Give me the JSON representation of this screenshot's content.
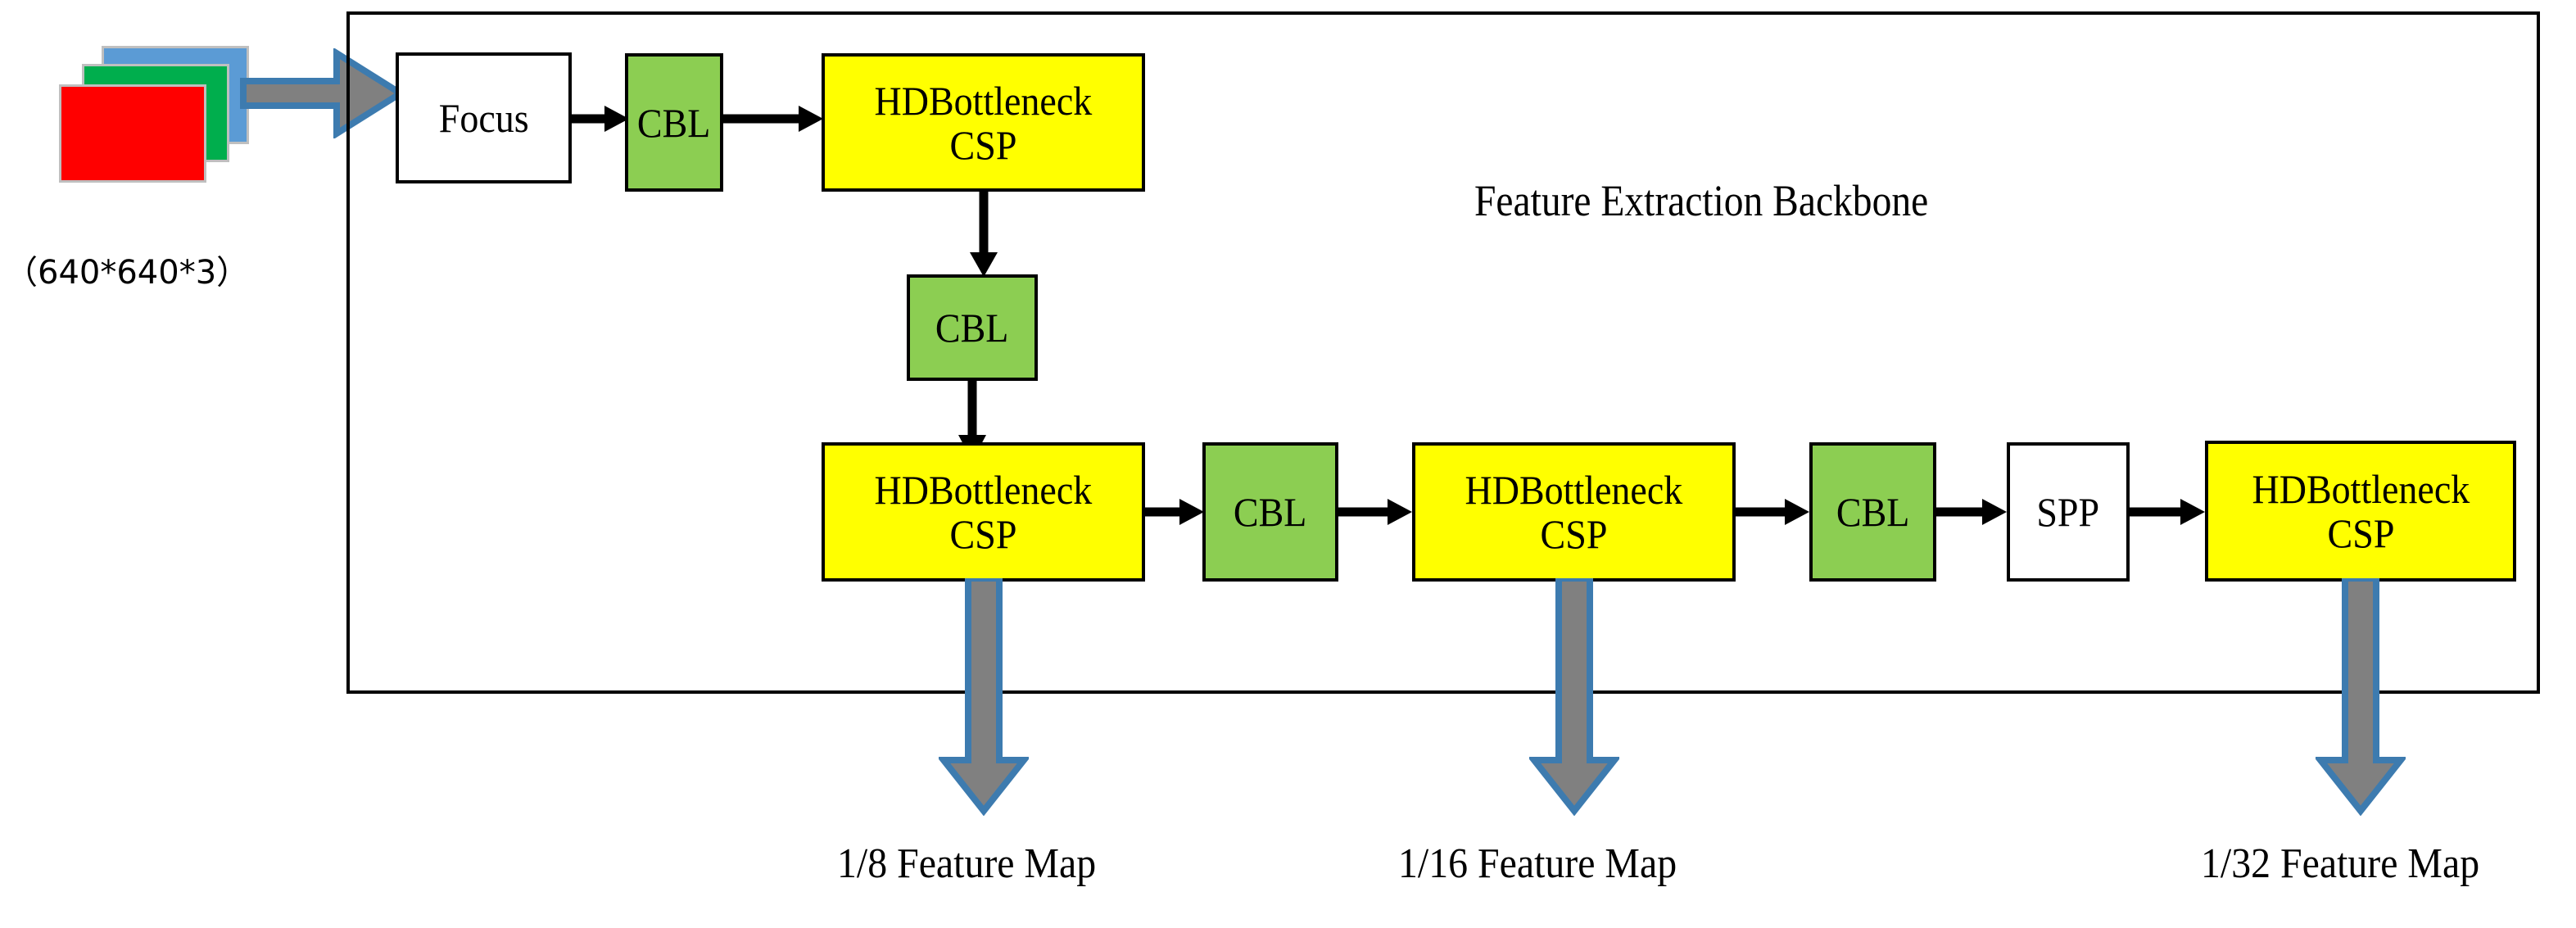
{
  "figure": {
    "type": "neural-network-architecture-diagram",
    "title": "Feature Extraction Backbone"
  },
  "input": {
    "caption": "（640*640*3）",
    "layers": [
      {
        "name": "blue-channel-plane",
        "color": "#5B9BD5"
      },
      {
        "name": "green-channel-plane",
        "color": "#00AE4D"
      },
      {
        "name": "red-channel-plane",
        "color": "#FF0000"
      }
    ],
    "arrow_fill": "#808080",
    "arrow_stroke": "#3D7BAF"
  },
  "container": {
    "label": "Feature Extraction Backbone",
    "border_color": "#000000"
  },
  "colors": {
    "green_block": "#8CCE52",
    "yellow_block": "#FFFF00",
    "white_block": "#FFFFFF",
    "arrow_gray": "#808080",
    "arrow_blue_outline": "#3D7BAF",
    "line_black": "#000000"
  },
  "nodes": [
    {
      "id": "focus",
      "label": "Focus",
      "style": "white",
      "row": "top"
    },
    {
      "id": "cbl1",
      "label": "CBL",
      "style": "green",
      "row": "top"
    },
    {
      "id": "hdcsp1",
      "label": "HDBottleneck\nCSP",
      "style": "yellow",
      "row": "top"
    },
    {
      "id": "cbl2",
      "label": "CBL",
      "style": "green",
      "row": "mid"
    },
    {
      "id": "hdcsp2",
      "label": "HDBottleneck\nCSP",
      "style": "yellow",
      "row": "bottom"
    },
    {
      "id": "cbl3",
      "label": "CBL",
      "style": "green",
      "row": "bottom"
    },
    {
      "id": "hdcsp3",
      "label": "HDBottleneck\nCSP",
      "style": "yellow",
      "row": "bottom"
    },
    {
      "id": "cbl4",
      "label": "CBL",
      "style": "green",
      "row": "bottom"
    },
    {
      "id": "spp",
      "label": "SPP",
      "style": "white",
      "row": "bottom"
    },
    {
      "id": "hdcsp4",
      "label": "HDBottleneck\nCSP",
      "style": "yellow",
      "row": "bottom"
    }
  ],
  "node_labels": {
    "focus": "Focus",
    "cbl1": "CBL",
    "hdcsp1_line1": "HDBottleneck",
    "hdcsp1_line2": "CSP",
    "cbl2": "CBL",
    "hdcsp2_line1": "HDBottleneck",
    "hdcsp2_line2": "CSP",
    "cbl3": "CBL",
    "hdcsp3_line1": "HDBottleneck",
    "hdcsp3_line2": "CSP",
    "cbl4": "CBL",
    "spp": "SPP",
    "hdcsp4_line1": "HDBottleneck",
    "hdcsp4_line2": "CSP"
  },
  "outputs": [
    {
      "id": "out8",
      "label": "1/8 Feature Map"
    },
    {
      "id": "out16",
      "label": "1/16 Feature Map"
    },
    {
      "id": "out32",
      "label": "1/32 Feature Map"
    }
  ],
  "flow": [
    "input -> Focus",
    "Focus -> CBL",
    "CBL -> HDBottleneckCSP",
    "HDBottleneckCSP -> CBL",
    "CBL -> HDBottleneckCSP (1/8 Feature Map)",
    "HDBottleneckCSP -> CBL",
    "CBL -> HDBottleneckCSP (1/16 Feature Map)",
    "HDBottleneckCSP -> CBL",
    "CBL -> SPP",
    "SPP -> HDBottleneckCSP (1/32 Feature Map)"
  ]
}
